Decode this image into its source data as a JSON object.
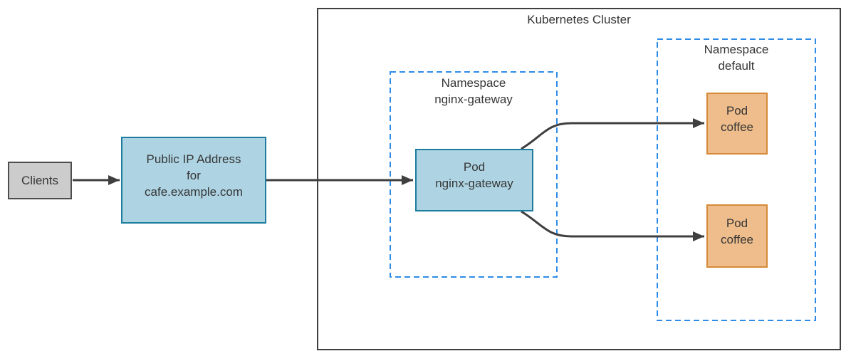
{
  "diagram": {
    "groups": {
      "cluster": {
        "label": "Kubernetes Cluster",
        "stroke": "#3F3F3F"
      },
      "ns_gateway": {
        "label": "Namespace\nnginx-gateway",
        "stroke": "#2E8BE6"
      },
      "ns_default": {
        "label": "Namespace\ndefault",
        "stroke": "#2E8BE6"
      }
    },
    "nodes": {
      "clients": {
        "label": "Clients",
        "fill": "#CCCCCC",
        "stroke": "#4D4D4D"
      },
      "public_ip": {
        "label": "Public IP Address\nfor\ncafe.example.com",
        "fill": "#AED4E3",
        "stroke": "#1E7D9E"
      },
      "pod_gateway": {
        "label": "Pod\nnginx-gateway",
        "fill": "#AED4E3",
        "stroke": "#1E7D9E"
      },
      "pod_coffee_1": {
        "label": "Pod\ncoffee",
        "fill": "#EFBD8B",
        "stroke": "#D68937"
      },
      "pod_coffee_2": {
        "label": "Pod\ncoffee",
        "fill": "#EFBD8B",
        "stroke": "#D68937"
      }
    },
    "edges": [
      {
        "from": "clients",
        "to": "public_ip"
      },
      {
        "from": "public_ip",
        "to": "pod_gateway"
      },
      {
        "from": "pod_gateway",
        "to": "pod_coffee_1"
      },
      {
        "from": "pod_gateway",
        "to": "pod_coffee_2"
      }
    ],
    "edge_color": "#3F3F3F",
    "text_color": "#363636"
  }
}
